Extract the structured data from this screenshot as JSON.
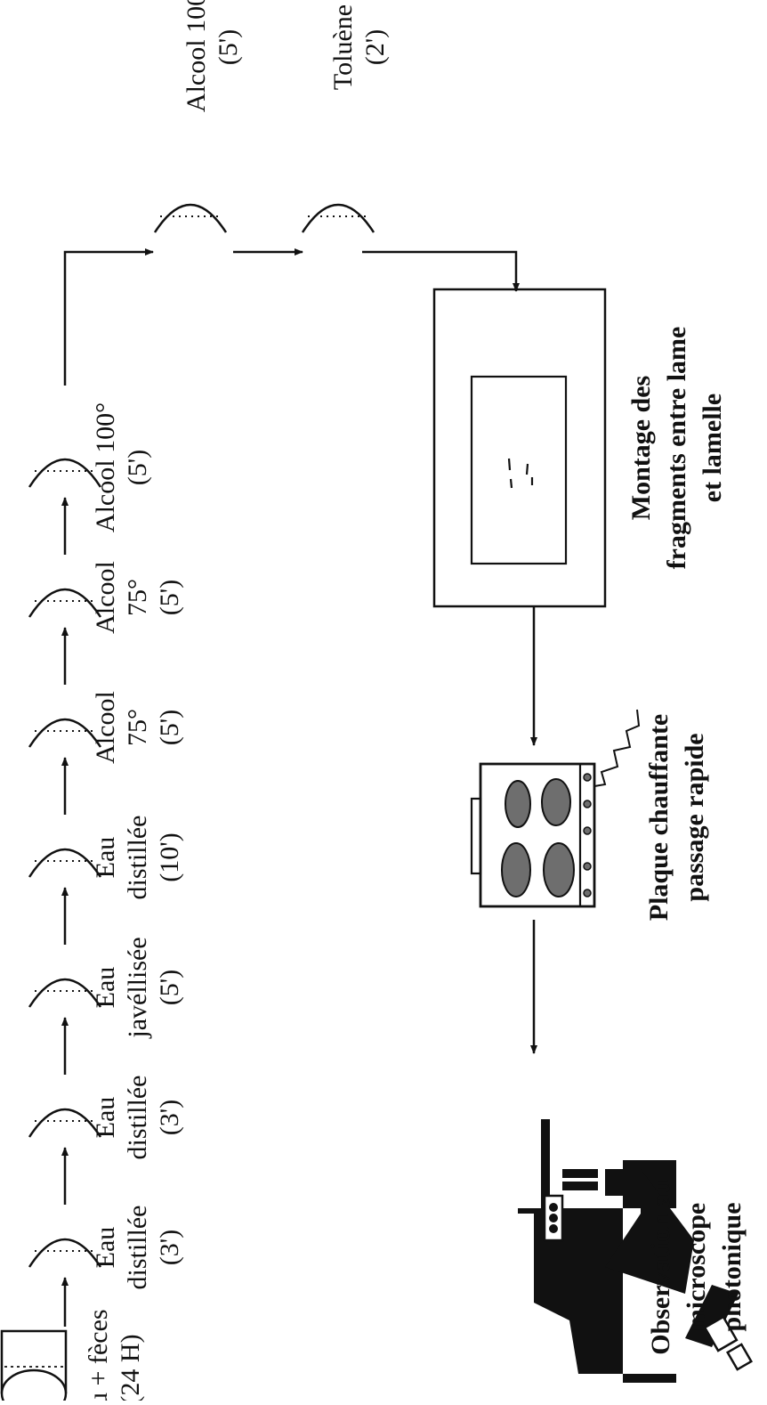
{
  "colors": {
    "ink": "#111111",
    "plate_fill": "#6e6e6e",
    "background": "#ffffff"
  },
  "steps": [
    {
      "lines": [
        "eau + fèces",
        "(24 H)"
      ]
    },
    {
      "lines": [
        "Eau",
        "distillée",
        "(3')"
      ]
    },
    {
      "lines": [
        "Eau",
        "distillée",
        "(3')"
      ]
    },
    {
      "lines": [
        "Eau",
        "javéllisée",
        "(5')"
      ]
    },
    {
      "lines": [
        "Eau",
        "distillée",
        "(10')"
      ]
    },
    {
      "lines": [
        "Alcool",
        "75°",
        "(5')"
      ]
    },
    {
      "lines": [
        "Alcool",
        "75°",
        "(5')"
      ]
    },
    {
      "lines": [
        "Alcool 100°",
        "(5')"
      ]
    },
    {
      "lines": [
        "Toluène",
        "(2')"
      ]
    }
  ],
  "montage": {
    "lines": [
      "Montage des",
      "fragments entre lame",
      "et lamelle"
    ]
  },
  "plaque": {
    "lines": [
      "Plaque chauffante",
      "passage rapide"
    ]
  },
  "observation": {
    "lines": [
      "Observation au",
      "microscope",
      "photonique"
    ]
  },
  "icons": [
    "beaker-icon",
    "dish-icon",
    "slide-icon",
    "hot-plate-icon",
    "microscope-icon"
  ]
}
